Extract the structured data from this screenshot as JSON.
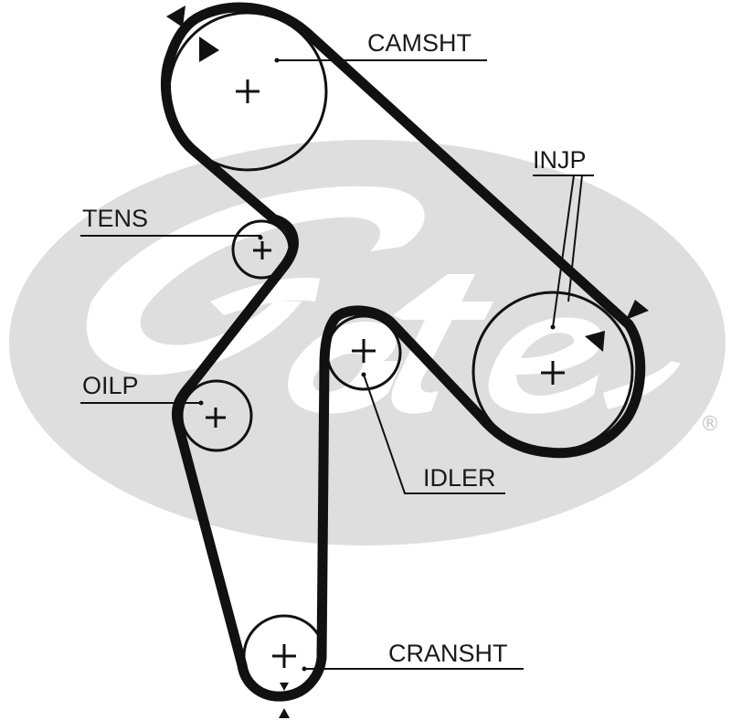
{
  "brand": {
    "watermark_icon": "gates-logo-watermark",
    "watermark_text": "Gates",
    "registered_mark": "®"
  },
  "colors": {
    "belt": "#111111",
    "pulley": "#111111",
    "watermark": "#dedede",
    "background": "#ffffff"
  },
  "labels": {
    "camshaft": "CAMSHT",
    "injection_pump": "INJP",
    "tensioner": "TENS",
    "oil_pump": "OILP",
    "idler": "IDLER",
    "crankshaft": "CRANSHT"
  }
}
